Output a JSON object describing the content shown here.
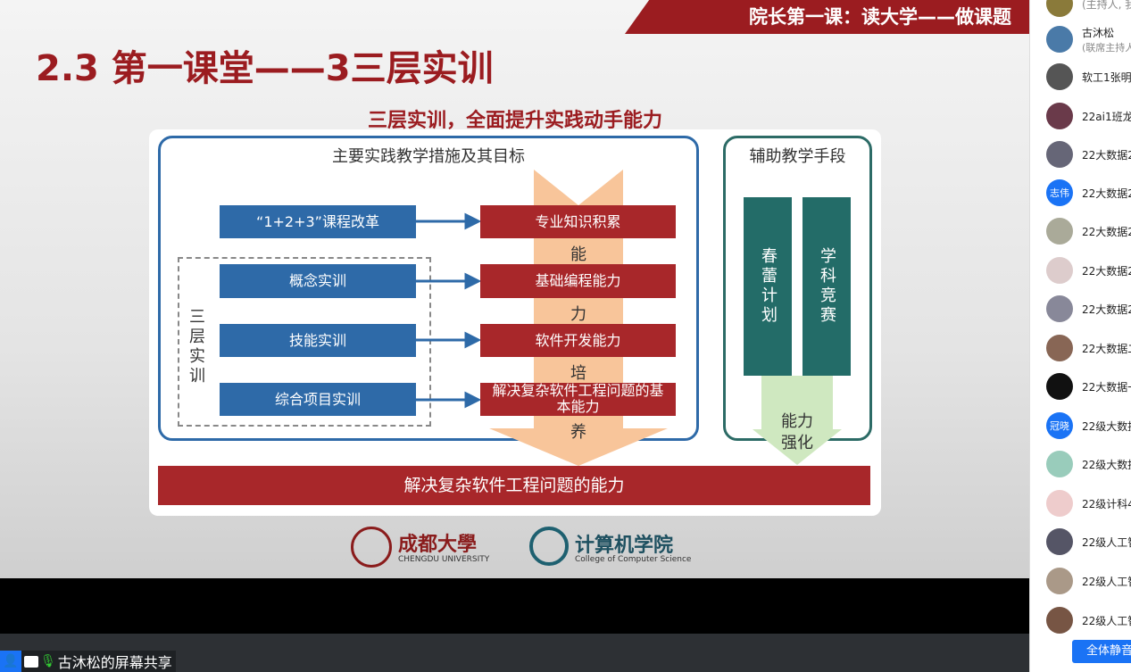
{
  "slide": {
    "banner": "院长第一课：读大学——做课题",
    "title": "2.3 第一课堂——3三层实训",
    "subtitle": "三层实训，全面提升实践动手能力",
    "left_header": "主要实践教学措施及其目标",
    "right_header": "辅助教学手段",
    "measures": [
      "“1+2+3”课程改革",
      "概念实训",
      "技能实训",
      "综合项目实训"
    ],
    "goals": [
      "专业知识积累",
      "基础编程能力",
      "软件开发能力",
      "解决复杂软件工程问题的基本能力"
    ],
    "arrow_chars": [
      "能",
      "力",
      "培",
      "养"
    ],
    "three_layer": "三层实训",
    "aux": [
      "春蕾计划",
      "学科竞赛"
    ],
    "strengthen": [
      "能力",
      "强化"
    ],
    "bottom": "解决复杂软件工程问题的能力",
    "logo1": "成都大學",
    "logo1_sub": "CHENGDU UNIVERSITY",
    "logo2": "计算机学院",
    "logo2_sub": "College of Computer Science"
  },
  "share_label": "古沐松的屏幕共享",
  "participants": [
    {
      "name": "(主持人, 我",
      "color": "#8a7a3a"
    },
    {
      "name": "古沐松",
      "sub": "(联席主持人",
      "color": "#4a7aa8"
    },
    {
      "name": "软工1张明",
      "color": "#555"
    },
    {
      "name": "22ai1班龙",
      "color": "#6a3a4a"
    },
    {
      "name": "22大数据2",
      "color": "#667"
    },
    {
      "name": "22大数据2",
      "avatar": "志伟",
      "color": "#1a73f5"
    },
    {
      "name": "22大数据2",
      "color": "#aa9"
    },
    {
      "name": "22大数据2",
      "color": "#dcc"
    },
    {
      "name": "22大数据2",
      "color": "#889"
    },
    {
      "name": "22大数据二",
      "color": "#865"
    },
    {
      "name": "22大数据一",
      "color": "#111"
    },
    {
      "name": "22级大数据",
      "avatar": "冠晓",
      "color": "#1a73f5"
    },
    {
      "name": "22级大数据",
      "color": "#9cb"
    },
    {
      "name": "22级计科4",
      "color": "#ecc"
    },
    {
      "name": "22级人工智",
      "color": "#556"
    },
    {
      "name": "22级人工智",
      "color": "#a98"
    },
    {
      "name": "22级人工智",
      "color": "#754"
    }
  ],
  "mute_all": "全体静音"
}
